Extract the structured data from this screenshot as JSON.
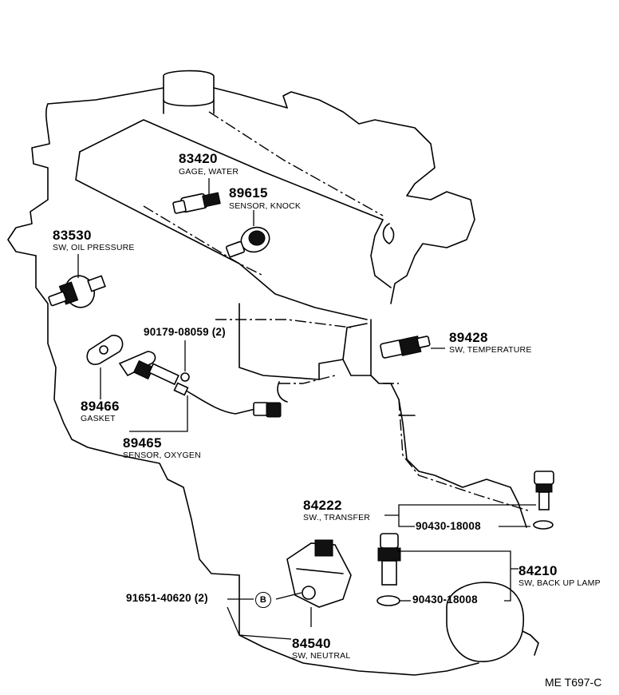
{
  "parts": {
    "p83420": {
      "number": "83420",
      "desc": "GAGE, WATER"
    },
    "p89615": {
      "number": "89615",
      "desc": "SENSOR, KNOCK"
    },
    "p83530": {
      "number": "83530",
      "desc": "SW, OIL PRESSURE"
    },
    "p90179": {
      "number": "90179-08059 (2)"
    },
    "p89428": {
      "number": "89428",
      "desc": "SW, TEMPERATURE"
    },
    "p89466": {
      "number": "89466",
      "desc": "GASKET"
    },
    "p89465": {
      "number": "89465",
      "desc": "SENSOR, OXYGEN"
    },
    "p84222": {
      "number": "84222",
      "desc": "SW., TRANSFER"
    },
    "p90430a": {
      "number": "90430-18008"
    },
    "p90430b": {
      "number": "90430-18008"
    },
    "p84210": {
      "number": "84210",
      "desc": "SW, BACK UP LAMP"
    },
    "p91651": {
      "number": "91651-40620 (2)"
    },
    "p84540": {
      "number": "84540",
      "desc": "SW, NEUTRAL"
    }
  },
  "marker": {
    "letter": "B"
  },
  "diagram_code": "ME T697-C"
}
